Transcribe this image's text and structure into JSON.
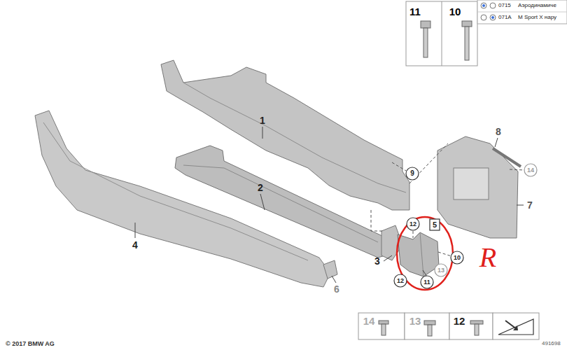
{
  "diagram": {
    "labels": [
      "11",
      "10",
      "0715",
      "Аэродинамиче",
      "071A",
      "M Sport X нару",
      "1",
      "9",
      "8",
      "14",
      "2",
      "7",
      "4",
      "12",
      "5",
      "10",
      "3",
      "13",
      "11",
      "12",
      "R",
      "6",
      "14",
      "13",
      "12",
      "© 2017 BMW AG",
      "491698"
    ]
  }
}
